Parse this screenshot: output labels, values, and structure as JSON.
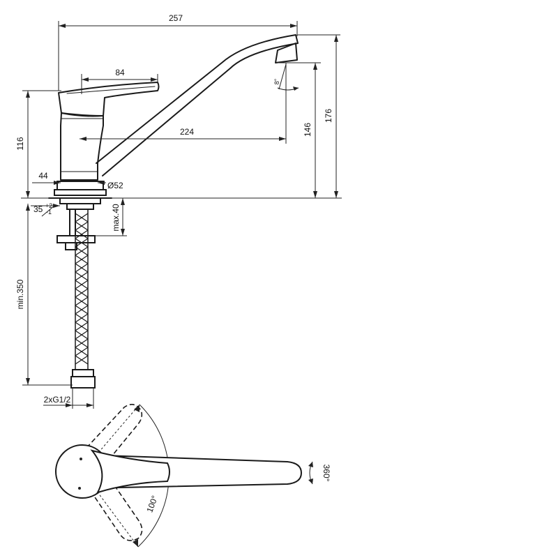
{
  "dimensions": {
    "overall_length": "257",
    "lever_length": "84",
    "spout_reach": "224",
    "body_height": "116",
    "spout_height": "146",
    "overall_height": "176",
    "base_width": "44",
    "base_diameter": "Ø52",
    "hole_diameter": "35",
    "hole_tol_upper": "+2",
    "hole_tol_lower": "-1",
    "max_deck_thickness": "max.40",
    "hose_length": "min.350",
    "connection": "2xG1/2",
    "angle_top": "8°",
    "lever_rotation": "100°",
    "spout_rotation": "360°"
  }
}
